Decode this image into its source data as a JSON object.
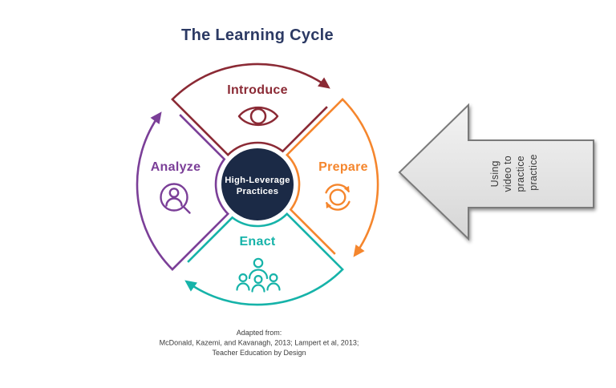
{
  "title": "The Learning Cycle",
  "colors": {
    "title-navy": "#2c3a64",
    "navy": "#1b2a46",
    "maroon": "#8b2a35",
    "orange": "#f5862d",
    "teal": "#16b3a9",
    "purple": "#7b3f98",
    "arrow-border": "#7a7a7a",
    "arrow-fill-light": "#f3f3f3",
    "arrow-fill-dark": "#d6d6d6",
    "arrow-text": "#3a3a3a",
    "attribution-gray": "#3c3c3c"
  },
  "cycle": {
    "hub": {
      "line1": "High-Leverage",
      "line2": "Practices"
    },
    "stages": {
      "introduce": {
        "label": "Introduce",
        "icon": "eye-icon"
      },
      "prepare": {
        "label": "Prepare",
        "icon": "cycle-arrows-icon"
      },
      "enact": {
        "label": "Enact",
        "icon": "group-people-icon"
      },
      "analyze": {
        "label": "Analyze",
        "icon": "person-magnifier-icon"
      }
    },
    "direction": "clockwise"
  },
  "callout_arrow": {
    "direction": "left",
    "lines": [
      "Using",
      "video to",
      "practice",
      "practice"
    ]
  },
  "attribution": {
    "line1": "Adapted from:",
    "line2": "McDonald, Kazemi, and Kavanagh, 2013; Lampert et al, 2013;",
    "line3": "Teacher Education by Design"
  }
}
